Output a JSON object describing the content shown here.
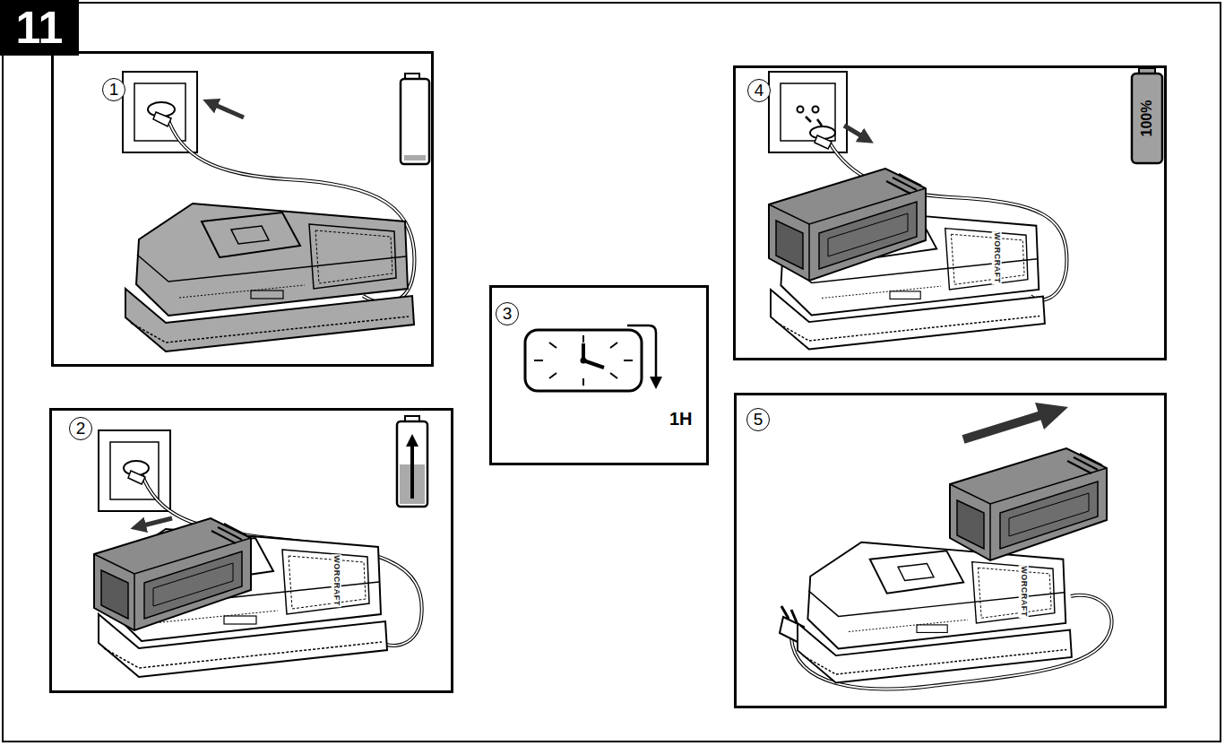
{
  "diagram": {
    "nodes": [
      {
        "text": [
          "11"
        ]
      },
      {
        "text": [
          "1"
        ],
        "in": 0
      },
      {
        "text": [
          "2"
        ],
        "in": 0
      },
      {
        "text": [
          "3",
          "1H"
        ],
        "in": 0
      },
      {
        "text": [
          "4",
          "100%"
        ],
        "in": 0
      },
      {
        "text": [
          "5"
        ],
        "in": 0
      }
    ],
    "labels": [
      "WORCRAFT",
      "WORCRAFT",
      "WORCRAFT"
    ]
  }
}
